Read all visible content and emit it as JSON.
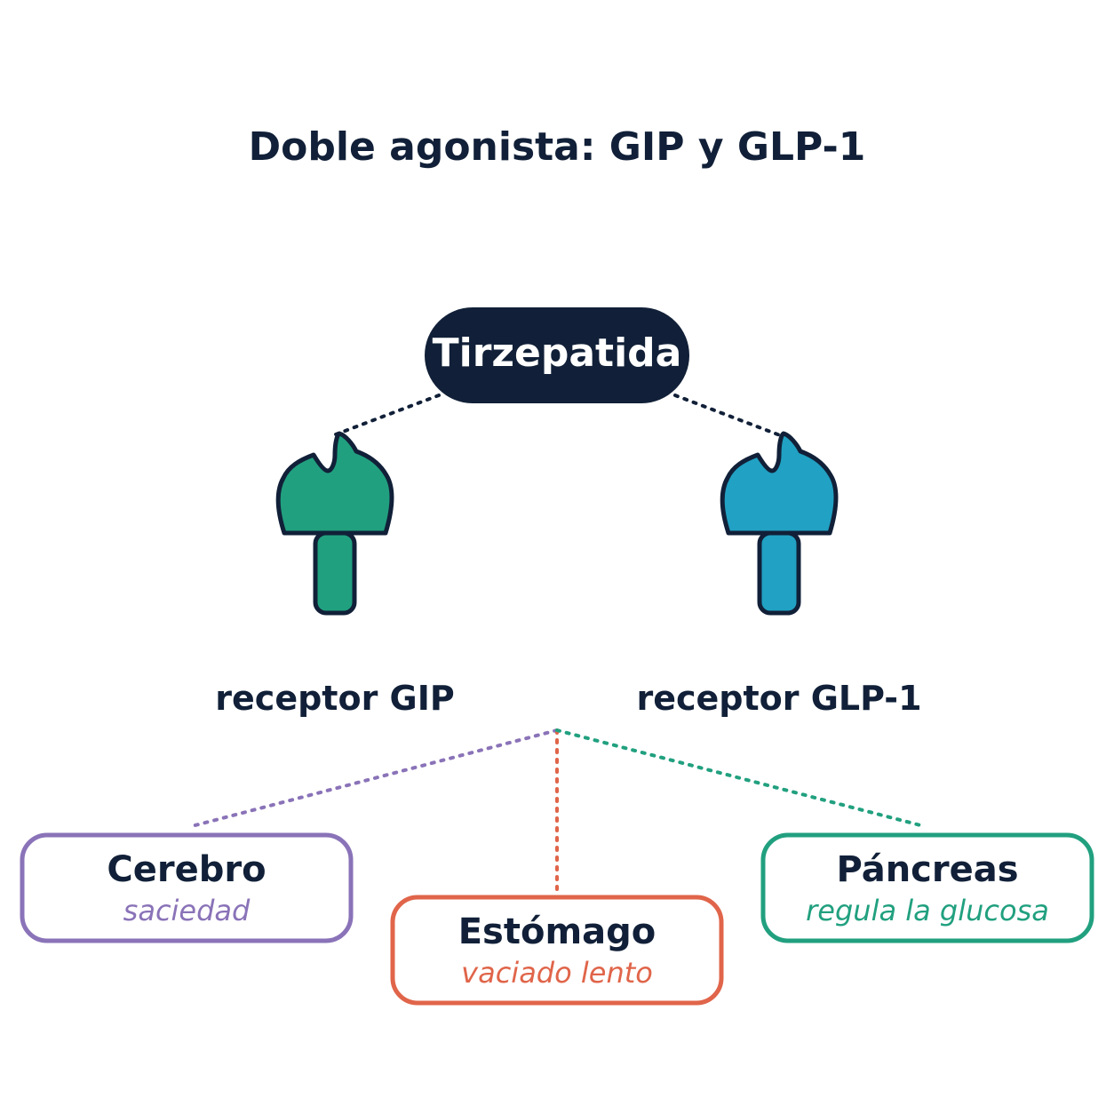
{
  "title": "Doble agonista: GIP y GLP-1",
  "drug": {
    "label": "Tirzepatida",
    "color": "#112038"
  },
  "receptors": [
    {
      "label": "receptor GIP",
      "color": "#21a07f",
      "outline": "#112038"
    },
    {
      "label": "receptor GLP-1",
      "color": "#21a1c3",
      "outline": "#112038"
    }
  ],
  "targets": [
    {
      "name": "Cerebro",
      "effect": "saciedad",
      "color": "#8a73b8"
    },
    {
      "name": "Estómago",
      "effect": "vaciado lento",
      "color": "#e0654a"
    },
    {
      "name": "Páncreas",
      "effect": "regula la glucosa",
      "color": "#21a07f"
    }
  ],
  "colors": {
    "text": "#112038",
    "background": "#ffffff"
  }
}
